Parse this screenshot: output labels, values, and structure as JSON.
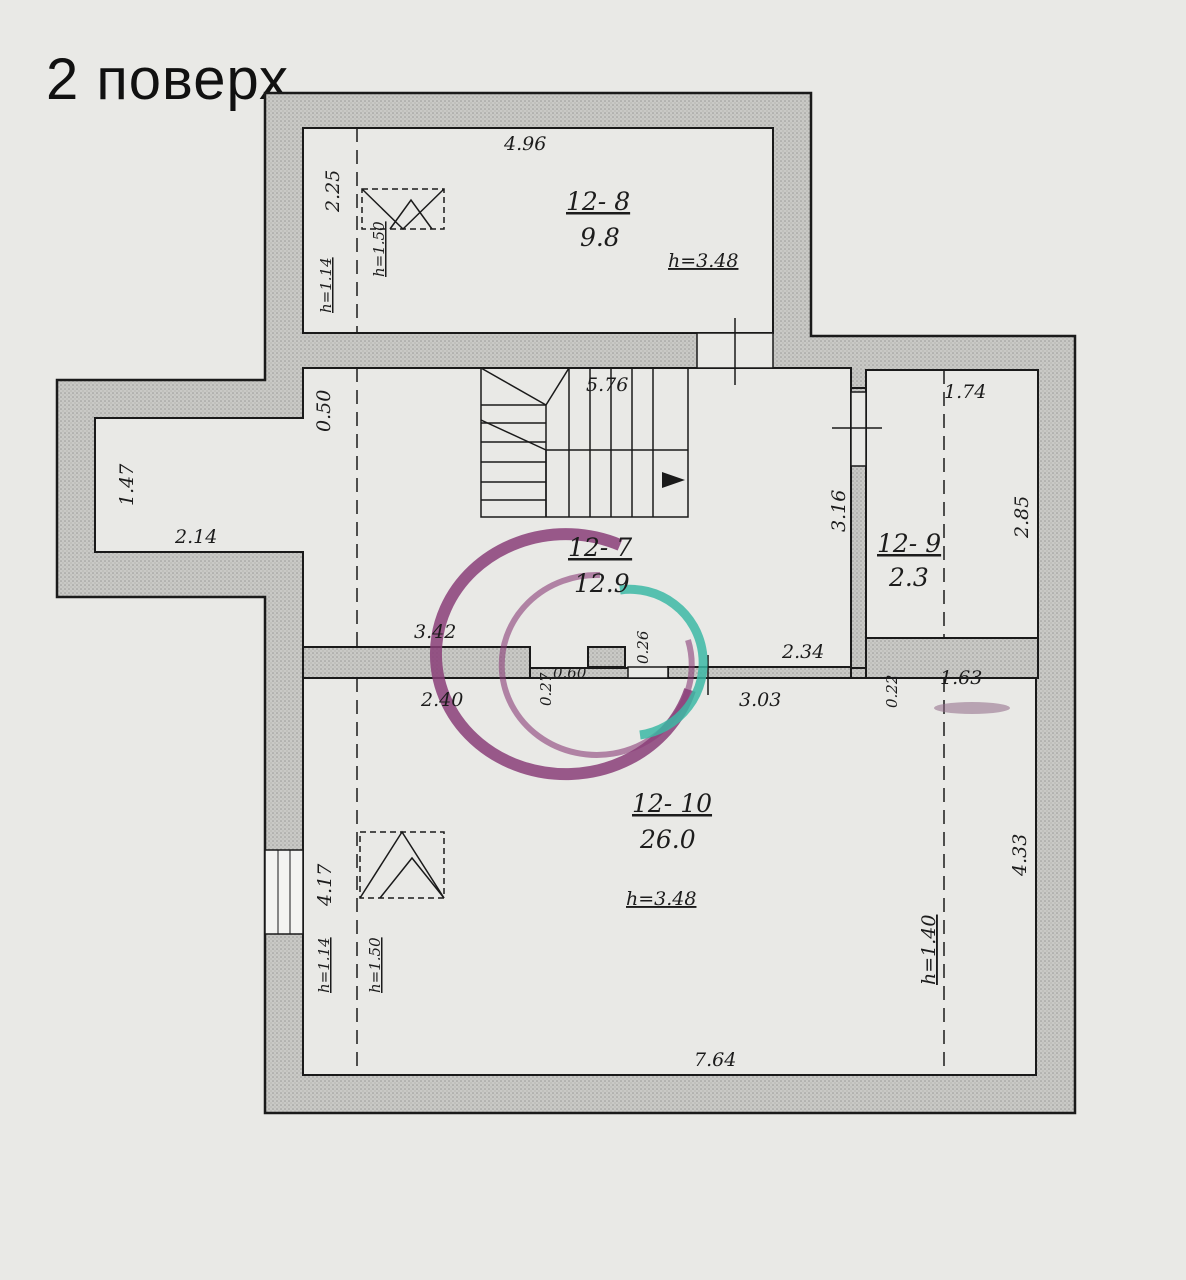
{
  "title": "2 поверх",
  "rooms": [
    {
      "number": "12- 8",
      "area": "9.8",
      "height": "h=3.48"
    },
    {
      "number": "12- 7",
      "area": "12.9"
    },
    {
      "number": "12- 9",
      "area": "2.3"
    },
    {
      "number": "12- 10",
      "area": "26.0",
      "height": "h=3.48"
    }
  ],
  "dimensions": {
    "d_4_96": "4.96",
    "d_2_25": "2.25",
    "d_0_50": "0.50",
    "d_5_76": "5.76",
    "d_1_74": "1.74",
    "d_1_47": "1.47",
    "d_2_14": "2.14",
    "d_3_16": "3.16",
    "d_2_85": "2.85",
    "d_3_42": "3.42",
    "d_0_26": "0.26",
    "d_2_34": "2.34",
    "d_2_40": "2.40",
    "d_0_27": "0.27",
    "d_0_60": "0.60",
    "d_3_03": "3.03",
    "d_0_22": "0.22",
    "d_1_63": "1.63",
    "d_4_17": "4.17",
    "d_4_33": "4.33",
    "d_7_64": "7.64"
  },
  "slope_heights": {
    "h_1_14_top": "h=1.14",
    "h_1_50_top": "h=1.50",
    "h_1_14_bottom": "h=1.14",
    "h_1_50_bottom": "h=1.50",
    "h_1_40": "h=1.40"
  },
  "colors": {
    "wall_fill": "#b9b9b6",
    "line": "#1a1a1a",
    "logo_purple": "#8a3e78",
    "logo_teal": "#3cb8a4"
  }
}
